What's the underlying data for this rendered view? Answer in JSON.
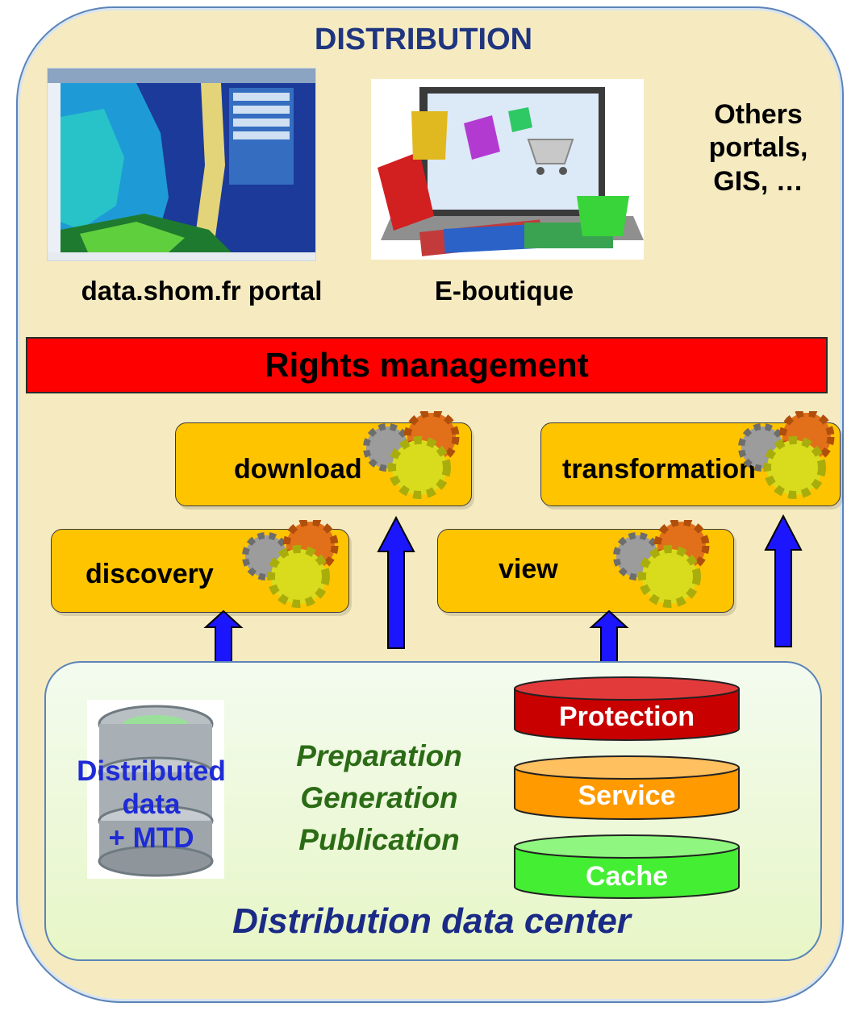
{
  "title": "DISTRIBUTION",
  "portal_caption": "data.shom.fr portal",
  "boutique_caption": "E-boutique",
  "others_lines": [
    "Others",
    "portals,",
    "GIS, …"
  ],
  "rights_label": "Rights management",
  "services": {
    "download": "download",
    "transformation": "transformation",
    "discovery": "discovery",
    "view": "view"
  },
  "process_lines": [
    "Preparation",
    "Generation",
    "Publication"
  ],
  "distributed_lines": [
    "Distributed",
    "data",
    "+ MTD"
  ],
  "layers": {
    "protection": "Protection",
    "service": "Service",
    "cache": "Cache"
  },
  "center_title": "Distribution data center",
  "colors": {
    "frame_fill": "#f6ebc0",
    "rights_red": "#ff0000",
    "service_yellow": "#ffc400",
    "arrow_blue": "#1c16ff",
    "protection": "#c80000",
    "service_layer": "#ff9a00",
    "cache": "#44ee33"
  }
}
